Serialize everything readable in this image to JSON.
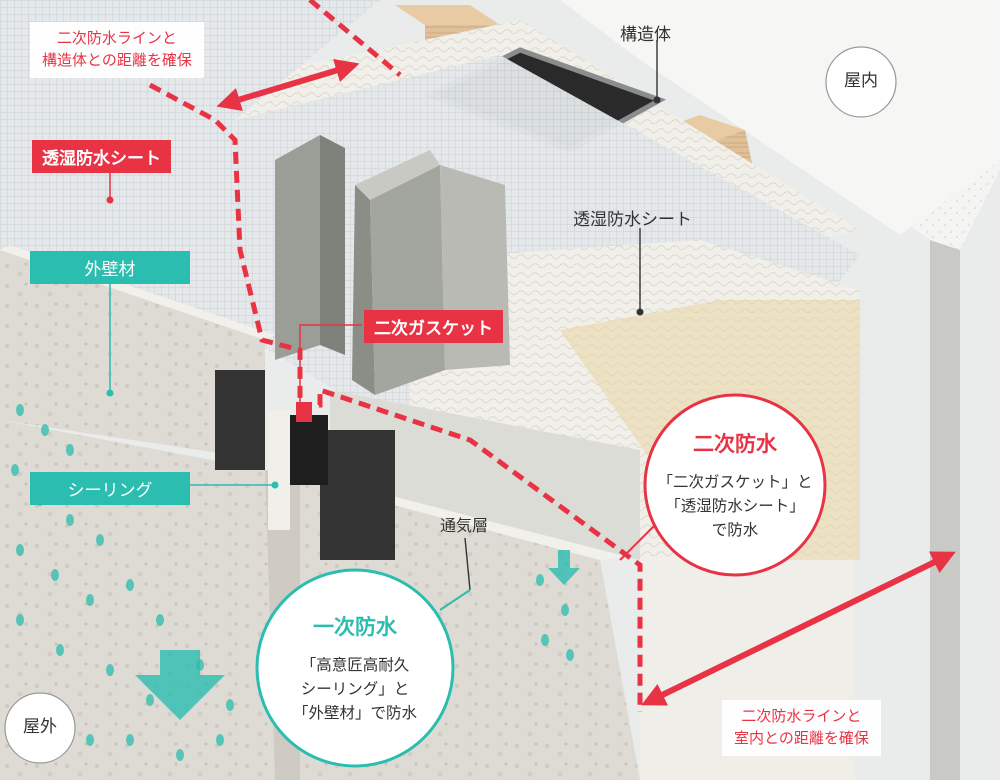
{
  "labels": {
    "secondary_line_structure": [
      "二次防水ラインと",
      "構造体との距離を確保"
    ],
    "structure": "構造体",
    "indoor": "屋内",
    "membrane_tag": "透湿防水シート",
    "membrane_plain": "透湿防水シート",
    "siding": "外壁材",
    "secondary_gasket": "二次ガスケット",
    "sealing": "シーリング",
    "air_layer": "通気層",
    "outdoor": "屋外",
    "secondary_line_indoor": [
      "二次防水ラインと",
      "室内との距離を確保"
    ]
  },
  "secondary_waterproof": {
    "title": "二次防水",
    "lines": [
      "「二次ガスケット」と",
      "「透湿防水シート」",
      "で防水"
    ]
  },
  "primary_waterproof": {
    "title": "一次防水",
    "lines": [
      "「高意匠高耐久",
      "シーリング」と",
      "「外壁材」で防水"
    ]
  },
  "colors": {
    "accent_red": "#e83345",
    "accent_teal": "#2bbdaf",
    "dark_text": "#333333"
  }
}
